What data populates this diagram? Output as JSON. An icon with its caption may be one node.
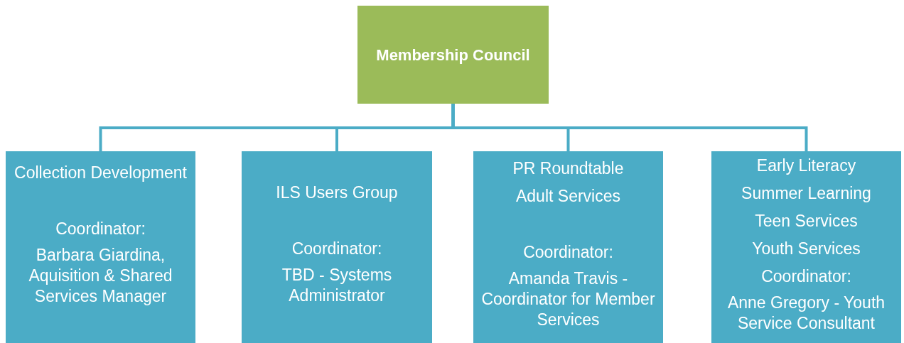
{
  "diagram": {
    "nodes": [
      {
        "text": [
          "Membership Council"
        ]
      },
      {
        "text": [
          "Collection Development",
          "Coordinator:",
          "Barbara Giardina, Aquisition & Shared Services Manager"
        ]
      },
      {
        "text": [
          "ILS Users Group",
          "Coordinator:",
          "TBD - Systems Administrator"
        ]
      },
      {
        "text": [
          "PR Roundtable",
          "Adult Services",
          "Coordinator:",
          "Amanda Travis - Coordinator for Member Services"
        ]
      },
      {
        "text": [
          "Early Literacy",
          "Summer Learning",
          "Teen Services",
          "Youth Services",
          "Coordinator:",
          "Anne Gregory - Youth Service Consultant"
        ]
      }
    ],
    "edges": [
      {
        "from": 0,
        "to": 1,
        "arrow": "none"
      },
      {
        "from": 0,
        "to": 2,
        "arrow": "none"
      },
      {
        "from": 0,
        "to": 3,
        "arrow": "none"
      },
      {
        "from": 0,
        "to": 4,
        "arrow": "none"
      }
    ]
  }
}
